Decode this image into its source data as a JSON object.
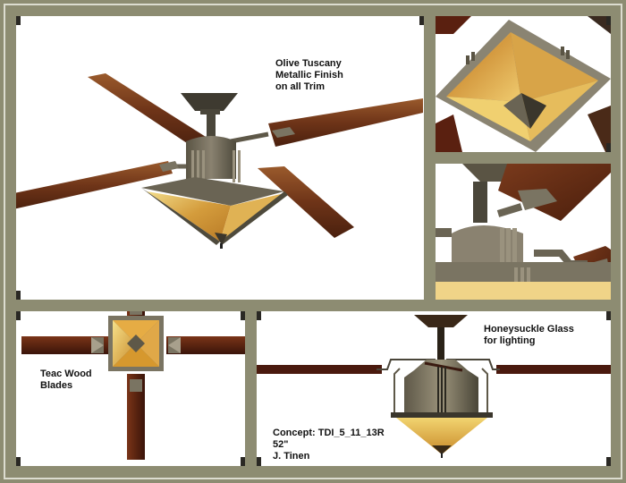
{
  "sheet": {
    "frame_color": "#8d8c72",
    "stripe_color": "#dcdcd0",
    "panel_color": "#ffffff"
  },
  "panels": {
    "main_view": {
      "label": "Olive Tuscany\nMetallic Finish\non all Trim"
    },
    "detail_glass_bottom": {},
    "detail_motor_housing": {},
    "top_view": {
      "label": "Teac Wood\nBlades"
    },
    "side_view": {
      "label": "Honeysuckle Glass\nfor lighting",
      "concept_line1": "Concept: TDI_5_11_13R",
      "concept_line2": "52\"",
      "concept_line3": "J. Tinen"
    }
  },
  "colors": {
    "wood": "#5a2a14",
    "wood_light": "#8a4a22",
    "metal": "#5e5848",
    "metal_light": "#8a8270",
    "glass": "#d9a746",
    "glass_light": "#f0d27a",
    "dark_corner": "#2a2824"
  }
}
